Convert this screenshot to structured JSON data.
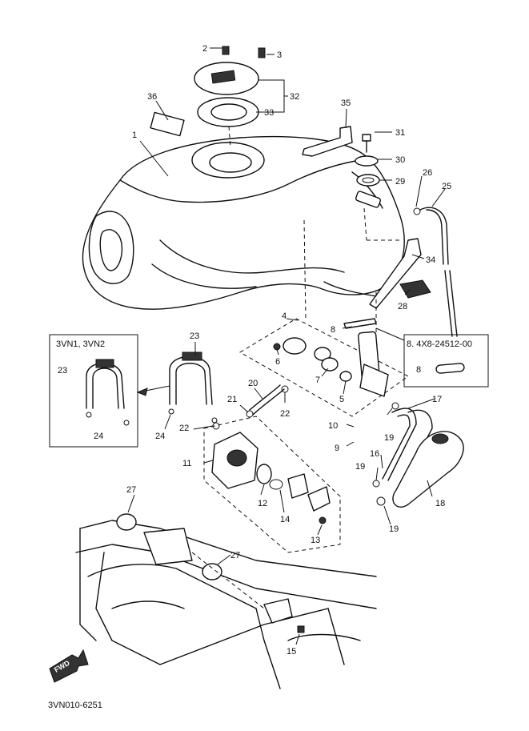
{
  "diagram": {
    "code": "3VN010-6251",
    "callouts": [
      "1",
      "2",
      "3",
      "4",
      "5",
      "6",
      "7",
      "8",
      "9",
      "10",
      "11",
      "12",
      "13",
      "14",
      "15",
      "16",
      "17",
      "18",
      "19",
      "20",
      "21",
      "22",
      "23",
      "24",
      "25",
      "26",
      "27",
      "28",
      "29",
      "30",
      "31",
      "32",
      "33",
      "34",
      "35",
      "36"
    ],
    "inset_variant": {
      "title": "3VN1, 3VN2",
      "hose_label": "23",
      "clip_label": "24"
    },
    "part_note": {
      "text": "8. 4X8-24512-00",
      "gasket_label": "8"
    },
    "fwd_label": "FWD"
  }
}
